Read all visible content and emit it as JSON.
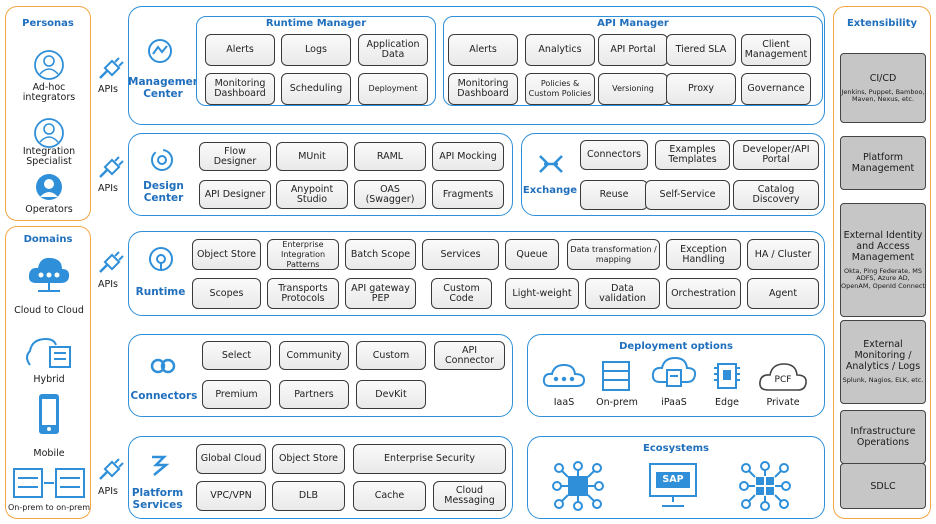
{
  "personas": {
    "title": "Personas",
    "items": [
      "Ad-hoc integrators",
      "Integration Specialist",
      "Operators"
    ]
  },
  "domains": {
    "title": "Domains",
    "items": [
      "Cloud to Cloud",
      "Hybrid",
      "Mobile",
      "On-prem to on-prem"
    ]
  },
  "apis_label": "APIs",
  "management_center": {
    "label": "Management Center",
    "runtime_manager": {
      "title": "Runtime Manager",
      "items": [
        "Alerts",
        "Logs",
        "Application Data",
        "Monitoring Dashboard",
        "Scheduling",
        "Deployment"
      ]
    },
    "api_manager": {
      "title": "API Manager",
      "items": [
        "Alerts",
        "Analytics",
        "API Portal",
        "Tiered SLA",
        "Client Management",
        "Monitoring Dashboard",
        "Policies & Custom Policies",
        "Versioning",
        "Proxy",
        "Governance"
      ]
    }
  },
  "design_center": {
    "label": "Design Center",
    "items": [
      "Flow Designer",
      "MUnit",
      "RAML",
      "API Mocking",
      "API Designer",
      "Anypoint Studio",
      "OAS (Swagger)",
      "Fragments"
    ]
  },
  "exchange": {
    "label": "Exchange",
    "items": [
      "Connectors",
      "Examples Templates",
      "Developer/API Portal",
      "Reuse",
      "Self-Service",
      "Catalog Discovery"
    ]
  },
  "runtime": {
    "label": "Runtime",
    "items": [
      "Object Store",
      "Enterprise Integration Patterns",
      "Batch Scope",
      "Services",
      "Queue",
      "Data transformation / mapping",
      "Exception Handling",
      "HA / Cluster",
      "Scopes",
      "Transports Protocols",
      "API gateway PEP",
      "Custom Code",
      "Light-weight",
      "Data validation",
      "Orchestration",
      "Agent"
    ]
  },
  "connectors": {
    "label": "Connectors",
    "items": [
      "Select",
      "Community",
      "Custom",
      "API Connector",
      "Premium",
      "Partners",
      "DevKit"
    ]
  },
  "deployment": {
    "title": "Deployment options",
    "items": [
      "IaaS",
      "On-prem",
      "iPaaS",
      "Edge",
      "Private"
    ],
    "pcf": "PCF"
  },
  "platform_services": {
    "label": "Platform Services",
    "items": [
      "Global Cloud",
      "Object Store",
      "Enterprise Security",
      "VPC/VPN",
      "DLB",
      "Cache",
      "Cloud Messaging"
    ]
  },
  "ecosystems": {
    "title": "Ecosystems",
    "sap": "SAP"
  },
  "extensibility": {
    "title": "Extensibility",
    "items": [
      {
        "name": "CI/CD",
        "detail": "Jenkins, Puppet, Bamboo, Maven, Nexus, etc."
      },
      {
        "name": "Platform Management",
        "detail": ""
      },
      {
        "name": "External Identity and Access Management",
        "detail": "Okta, Ping Federate, MS ADFS, Azure AD, OpenAM, OpenId Connect"
      },
      {
        "name": "External Monitoring / Analytics / Logs",
        "detail": "Splunk, Nagios, ELK, etc."
      },
      {
        "name": "Infrastructure Operations",
        "detail": ""
      },
      {
        "name": "SDLC",
        "detail": ""
      }
    ]
  },
  "colors": {
    "accent": "#1f6fbd",
    "border": "#2f8fd8",
    "orange": "#f5a742",
    "box": "#e9e9e9",
    "grey": "#c6c6c6"
  }
}
